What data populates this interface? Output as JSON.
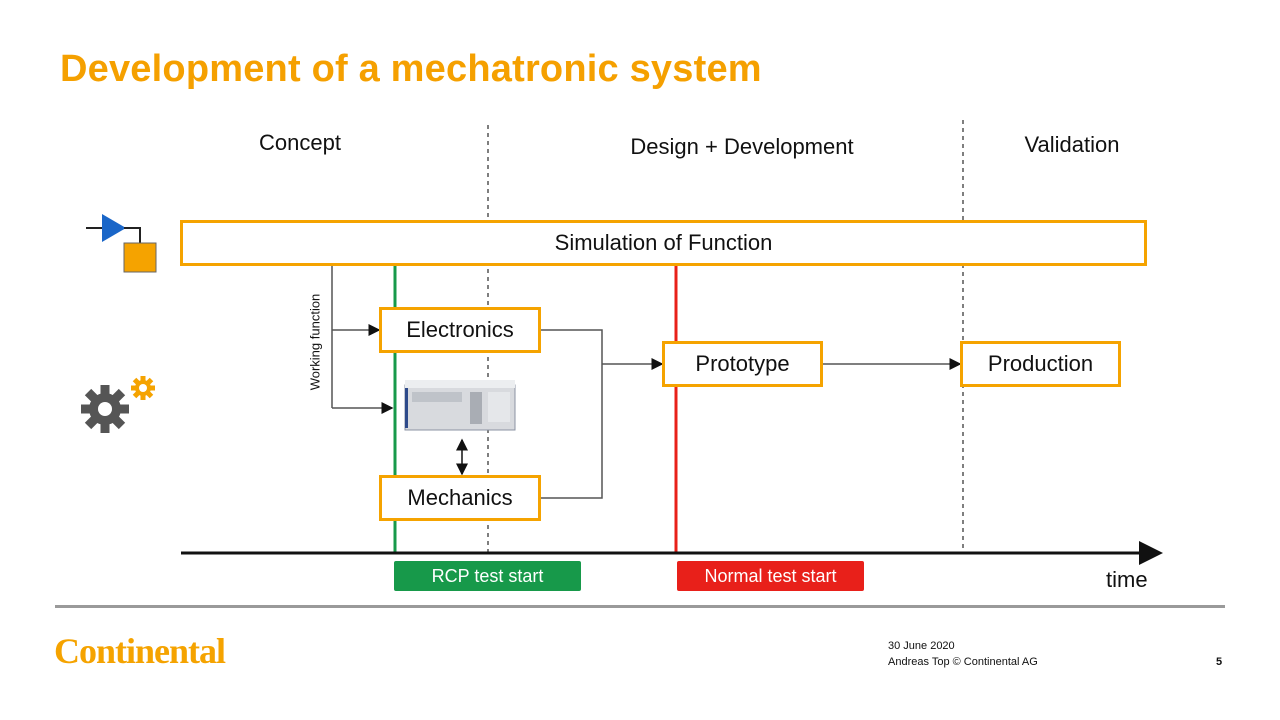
{
  "title": "Development of a mechatronic system",
  "phases": [
    "Concept",
    "Design + Development",
    "Validation"
  ],
  "boxes": {
    "simulation": "Simulation of Function",
    "electronics": "Electronics",
    "mechanics": "Mechanics",
    "prototype": "Prototype",
    "production": "Production"
  },
  "working_function": "Working function",
  "axis_label": "time",
  "milestones": [
    {
      "label": "RCP test start",
      "color": "#17994a"
    },
    {
      "label": "Normal test start",
      "color": "#e8201a"
    }
  ],
  "colors": {
    "accent": "#f5a300",
    "blue": "#1a66c8",
    "gear": "#555555"
  },
  "footer": {
    "logo": "Continental",
    "date": "30 June 2020",
    "author": "Andreas Top © Continental AG",
    "page": "5"
  }
}
